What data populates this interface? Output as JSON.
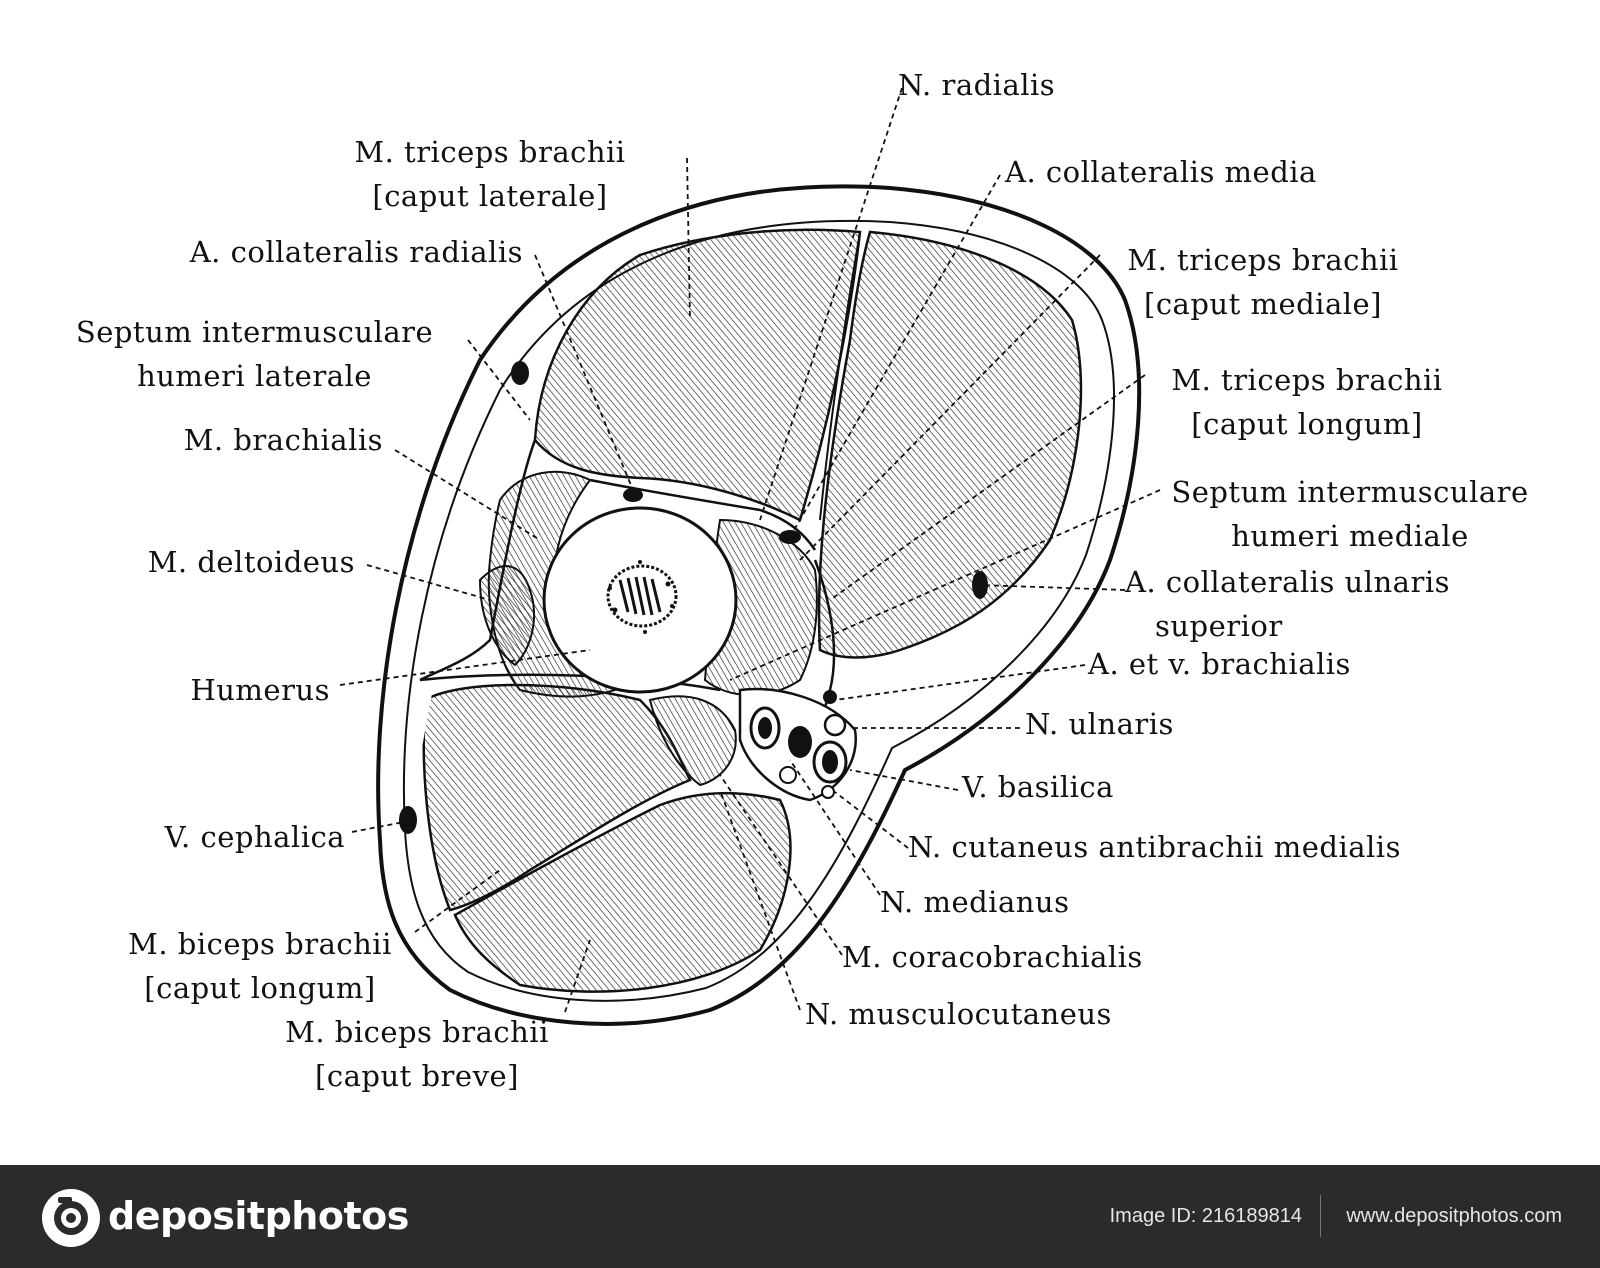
{
  "labels": [
    [
      "N. radialis"
    ],
    [
      "M. triceps brachii",
      "[caput laterale]"
    ],
    [
      "A. collateralis media"
    ],
    [
      "A. collateralis  radialis"
    ],
    [
      "M. triceps brachii",
      "[caput mediale]"
    ],
    [
      "Septum intermusculare",
      "humeri laterale"
    ],
    [
      "M. triceps brachii",
      "[caput longum]"
    ],
    [
      "M. brachialis"
    ],
    [
      "Septum intermusculare",
      "humeri mediale"
    ],
    [
      "M. deltoideus"
    ],
    [
      "A. collateralis ulnaris",
      "superior"
    ],
    [
      "A. et v. brachialis"
    ],
    [
      "Humerus"
    ],
    [
      "N. ulnaris"
    ],
    [
      "V. basilica"
    ],
    [
      "V. cephalica"
    ],
    [
      "N. cutaneus antibrachii medialis"
    ],
    [
      "N. medianus"
    ],
    [
      "M. biceps brachii",
      "[caput longum]"
    ],
    [
      "M. coracobrachialis"
    ],
    [
      "N. musculocutaneus"
    ],
    [
      "M. biceps brachii",
      "[caput breve]"
    ]
  ],
  "footer": {
    "brand": "depositphotos",
    "image_id": "Image ID: 216189814",
    "site": "www.depositphotos.com"
  },
  "icons": [
    "camera-icon"
  ]
}
